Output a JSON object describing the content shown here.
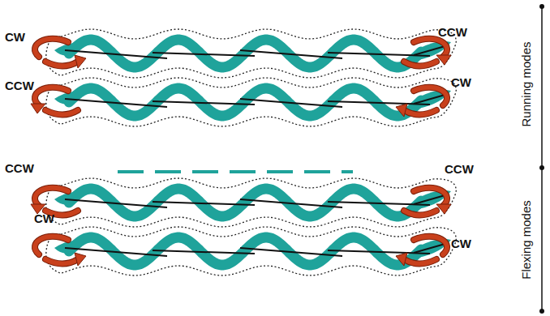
{
  "diagram": {
    "labels": [
      "CW",
      "CCW",
      "CCW",
      "CW",
      "CCW",
      "CCW",
      "CW",
      "CW",
      "Running modes",
      "Flexing modes"
    ]
  }
}
